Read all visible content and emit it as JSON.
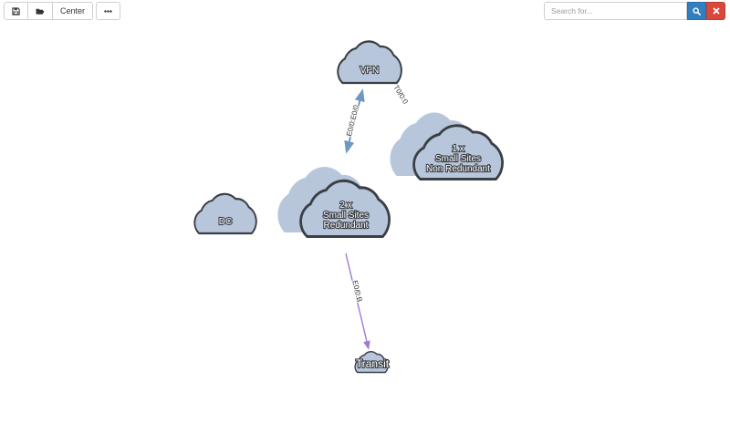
{
  "toolbar": {
    "save_icon": "save-icon",
    "open_icon": "folder-open-icon",
    "center_label": "Center",
    "more_icon": "ellipsis-icon"
  },
  "search": {
    "placeholder": "Search for...",
    "search_icon": "search-icon",
    "clear_icon": "close-icon"
  },
  "colors": {
    "cloud_fill": "#b7c6da",
    "cloud_stroke": "#3a3f46",
    "edge_blue": "#6e97c2",
    "edge_purple": "#a07bd0"
  },
  "diagram": {
    "nodes": {
      "vpn": [
        "VPN"
      ],
      "non_redundant": [
        "1 x",
        "Small Sites",
        "Non Redundant"
      ],
      "redundant": [
        "2 x",
        "Small Sites",
        "Redundant"
      ],
      "dc": [
        "DC"
      ],
      "transit": [
        "Transit"
      ]
    },
    "edges": {
      "vpn_redundant": "E0/0:E0/0",
      "vpn_non_redundant": "T0/0:0",
      "redundant_transit": "E0/0:B"
    }
  }
}
